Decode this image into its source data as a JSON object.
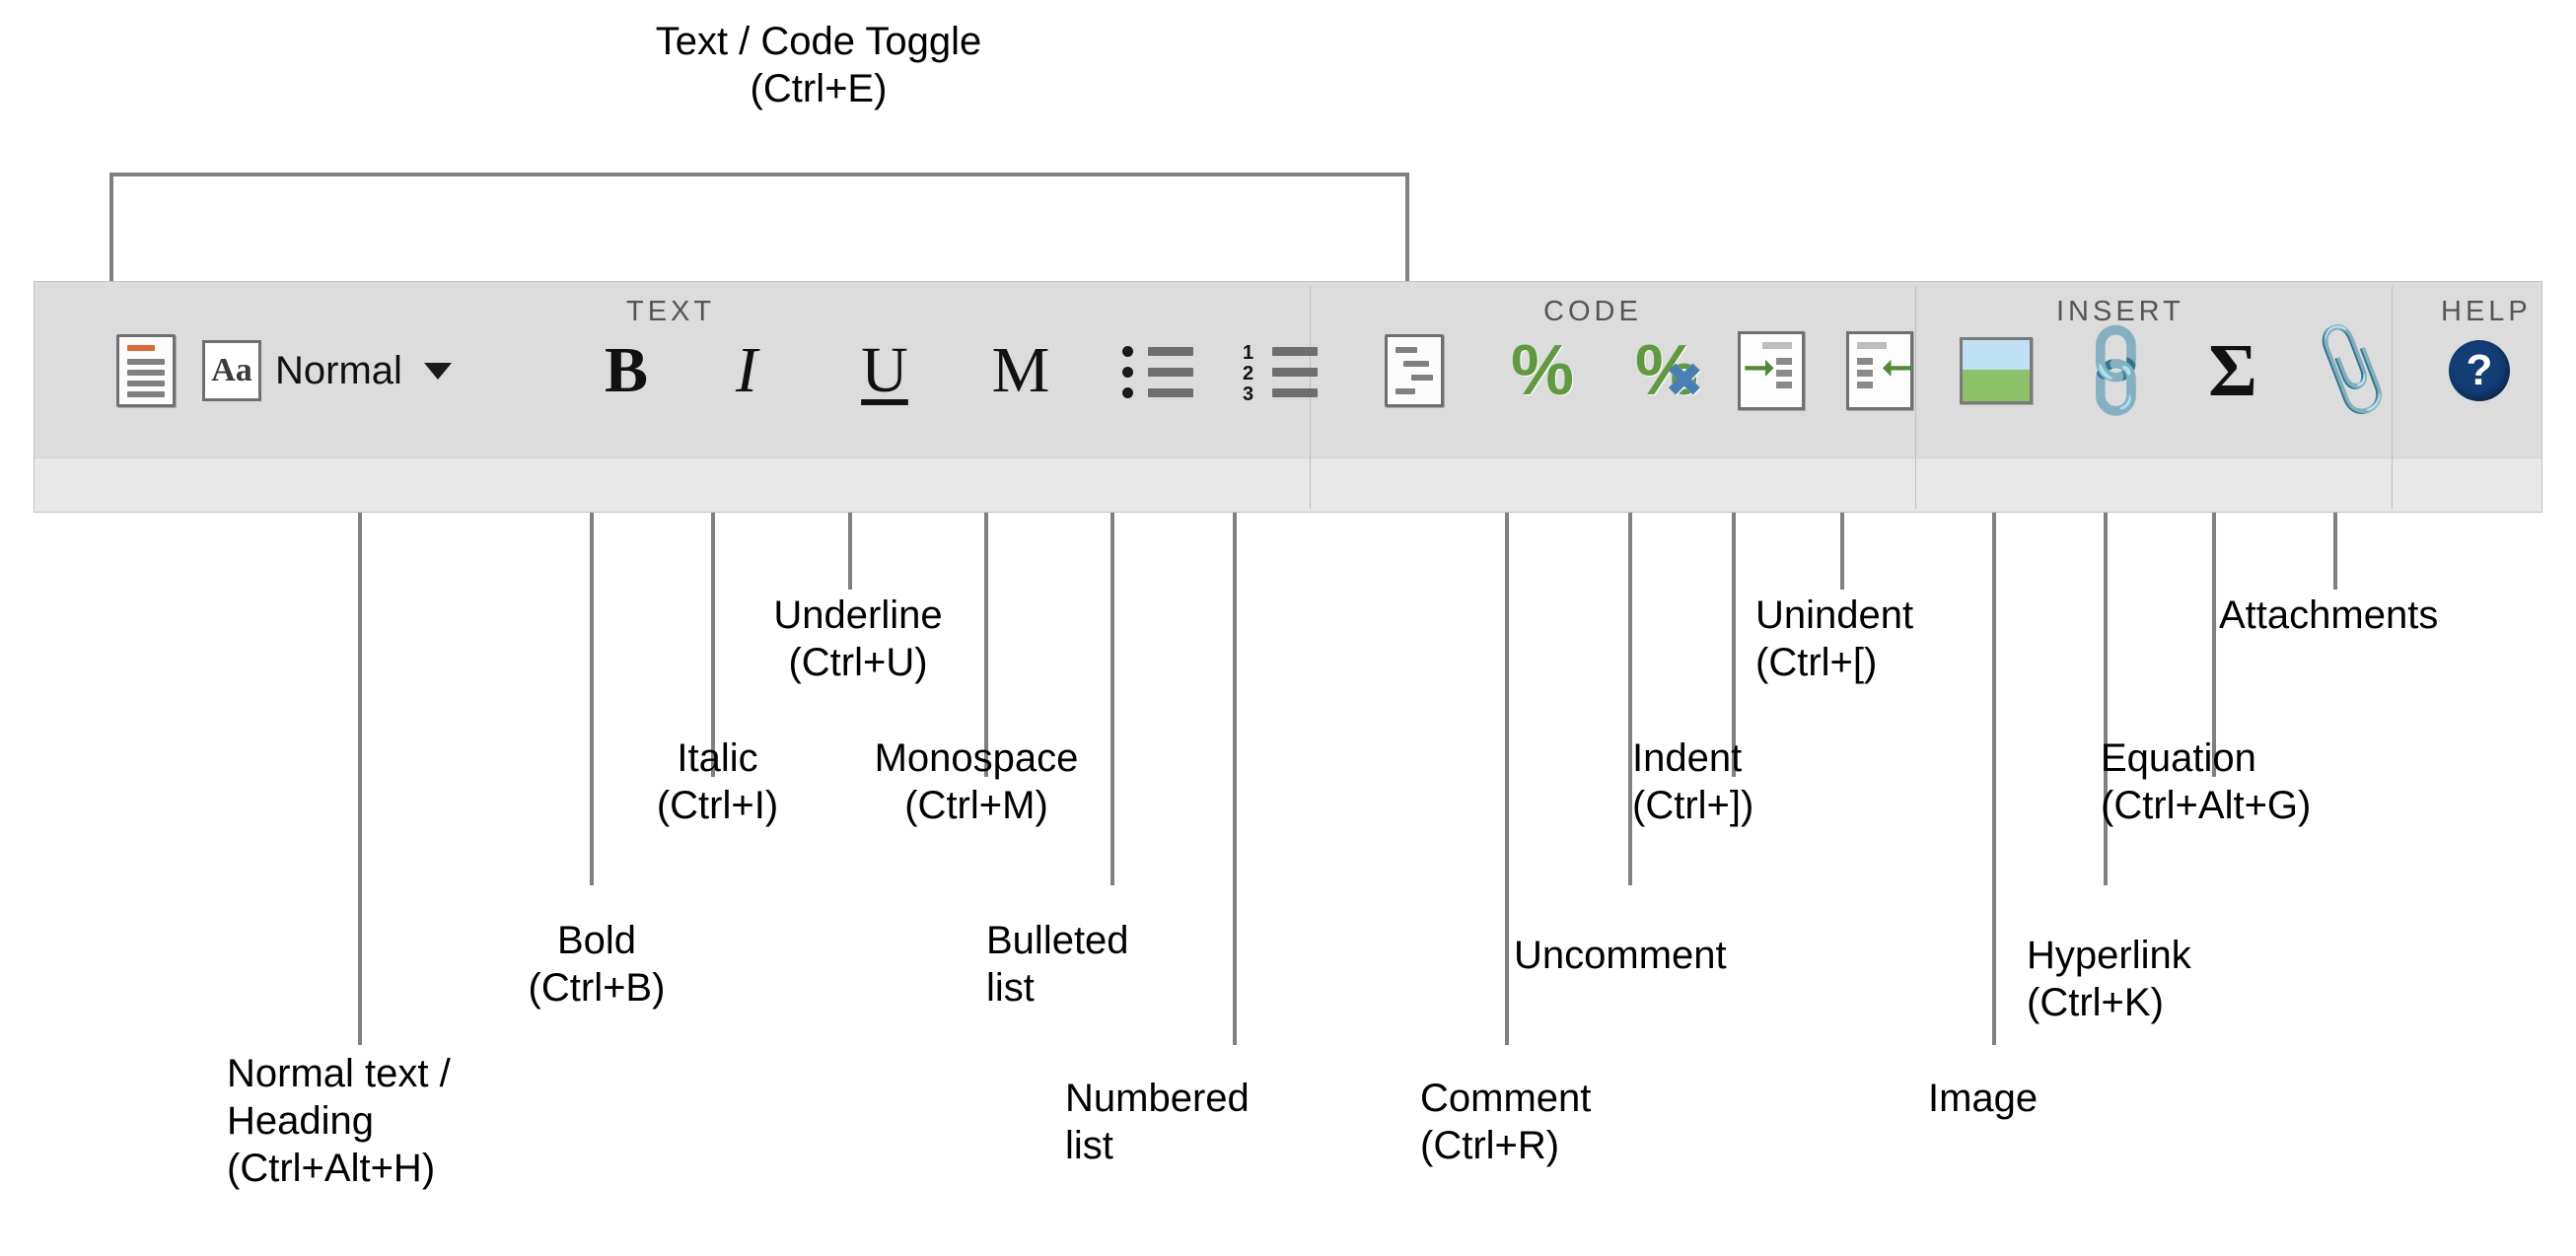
{
  "toolbar": {
    "sections": [
      {
        "name": "TEXT",
        "label": "TEXT"
      },
      {
        "name": "CODE",
        "label": "CODE"
      },
      {
        "name": "INSERT",
        "label": "INSERT"
      },
      {
        "name": "HELP",
        "label": "HELP"
      }
    ],
    "style_dropdown_value": "Normal",
    "buttons": [
      {
        "icon": "text-code-toggle-icon",
        "name": "Text / Code Toggle",
        "shortcut": "Ctrl+E"
      },
      {
        "icon": "normal-text-heading-icon",
        "name": "Normal text / Heading",
        "shortcut": "Ctrl+Alt+H"
      },
      {
        "icon": "bold-icon",
        "name": "Bold",
        "shortcut": "Ctrl+B",
        "glyph": "B"
      },
      {
        "icon": "italic-icon",
        "name": "Italic",
        "shortcut": "Ctrl+I",
        "glyph": "I"
      },
      {
        "icon": "underline-icon",
        "name": "Underline",
        "shortcut": "Ctrl+U",
        "glyph": "U"
      },
      {
        "icon": "monospace-icon",
        "name": "Monospace",
        "shortcut": "Ctrl+M",
        "glyph": "M"
      },
      {
        "icon": "bulleted-list-icon",
        "name": "Bulleted list",
        "shortcut": ""
      },
      {
        "icon": "numbered-list-icon",
        "name": "Numbered list",
        "shortcut": ""
      },
      {
        "icon": "code-section-toggle-icon",
        "name": "Text / Code Toggle",
        "shortcut": "Ctrl+E"
      },
      {
        "icon": "comment-icon",
        "name": "Comment",
        "shortcut": "Ctrl+R"
      },
      {
        "icon": "uncomment-icon",
        "name": "Uncomment",
        "shortcut": ""
      },
      {
        "icon": "indent-icon",
        "name": "Indent",
        "shortcut": "Ctrl+]"
      },
      {
        "icon": "unindent-icon",
        "name": "Unindent",
        "shortcut": "Ctrl+["
      },
      {
        "icon": "image-icon",
        "name": "Image",
        "shortcut": ""
      },
      {
        "icon": "hyperlink-icon",
        "name": "Hyperlink",
        "shortcut": "Ctrl+K"
      },
      {
        "icon": "equation-icon",
        "name": "Equation",
        "shortcut": "Ctrl+Alt+G"
      },
      {
        "icon": "attachments-icon",
        "name": "Attachments",
        "shortcut": ""
      },
      {
        "icon": "help-icon",
        "name": "Help",
        "shortcut": ""
      }
    ],
    "list_numbers": [
      "1",
      "2",
      "3"
    ],
    "help_glyph": "?",
    "sigma_glyph": "Σ",
    "link_glyph": "🔗",
    "clip_glyph": "📎",
    "aa_glyph": "Aa",
    "percent_glyph": "%",
    "x_glyph": "✖"
  },
  "callouts": {
    "text_code_toggle": "Text / Code Toggle\n(Ctrl+E)",
    "normal_text_heading": "Normal text /\nHeading\n(Ctrl+Alt+H)",
    "bold": "Bold\n(Ctrl+B)",
    "italic": "Italic\n(Ctrl+I)",
    "underline": "Underline\n(Ctrl+U)",
    "monospace": "Monospace\n(Ctrl+M)",
    "bulleted_list": "Bulleted\nlist",
    "numbered_list": "Numbered\nlist",
    "comment": "Comment\n(Ctrl+R)",
    "uncomment": "Uncomment",
    "indent": "Indent\n(Ctrl+])",
    "unindent": "Unindent\n(Ctrl+[)",
    "image": "Image",
    "hyperlink": "Hyperlink\n(Ctrl+K)",
    "equation": "Equation\n(Ctrl+Alt+G)",
    "attachments": "Attachments"
  },
  "colors": {
    "toolbar_bg": "#dcdcdc",
    "label_row_bg": "#e8e8e8",
    "leader_line": "#808080",
    "section_label": "#555555",
    "code_green": "#5f9b3e",
    "help_blue": "#123d75",
    "accent_orange": "#e06a35"
  }
}
